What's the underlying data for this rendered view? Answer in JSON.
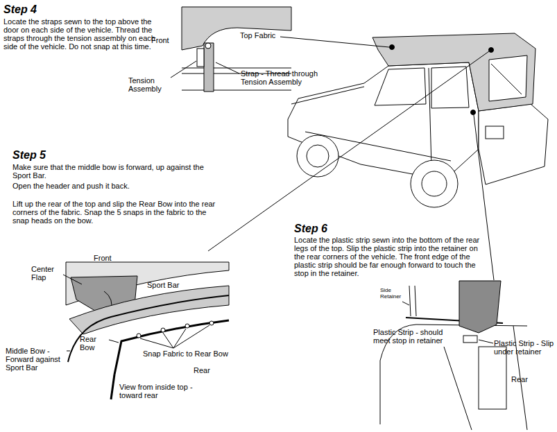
{
  "diagram": {
    "labels": [
      "Step 4",
      "Locate the straps sewn to the top above the door on each side of the vehicle. Thread the straps through the tension assembly on each side of the vehicle. Do not snap at this time.",
      "Front",
      "Top Fabric",
      "Tension Assembly",
      "Strap - Thread through Tension Assembly",
      "Step 5",
      "Make sure that the middle bow is forward, up against the Sport Bar.",
      "Open the header and push it back.",
      "Lift up the rear of the top and slip the Rear Bow into the rear corners of the fabric. Snap the 5 snaps in the fabric to the snap heads on the bow.",
      "Front",
      "Center Flap",
      "Sport Bar",
      "Rear Bow",
      "Snap Fabric to Rear Bow",
      "Middle Bow - Forward against Sport Bar",
      "Rear",
      "View from inside top - toward rear",
      "Step 6",
      "Locate the plastic strip sewn into the bottom of the rear legs of the top. Slip the plastic strip into the retainer on the rear corners of the vehicle. The front edge of the plastic strip should be far enough forward to touch the stop in the retainer.",
      "Side Retainer",
      "Plastic Strip - should meet stop in retainer",
      "Plastic Strip - Slip under retainer",
      "Rear"
    ]
  }
}
